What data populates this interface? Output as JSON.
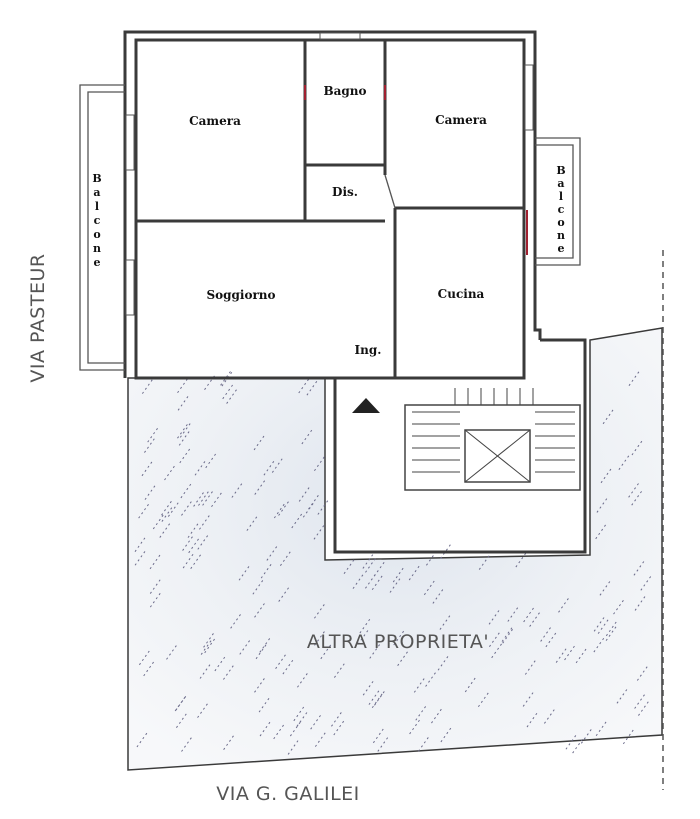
{
  "rooms": {
    "camera_left": "Camera",
    "bagno": "Bagno",
    "camera_right": "Camera",
    "dis": "Dis.",
    "soggiorno": "Soggiorno",
    "cucina": "Cucina",
    "ingresso": "Ing."
  },
  "balconies": {
    "left": [
      "B",
      "a",
      "l",
      "c",
      "o",
      "n",
      "e"
    ],
    "right": [
      "B",
      "a",
      "l",
      "c",
      "o",
      "n",
      "e"
    ]
  },
  "streets": {
    "west": "VIA PASTEUR",
    "south": "VIA G. GALILEI"
  },
  "other_property": "ALTRA PROPRIETA'",
  "colors": {
    "wall": "#3a3a3a",
    "hatch": "#6b6b8a",
    "shade": "#cdd4df",
    "door_mark": "#a02030"
  }
}
